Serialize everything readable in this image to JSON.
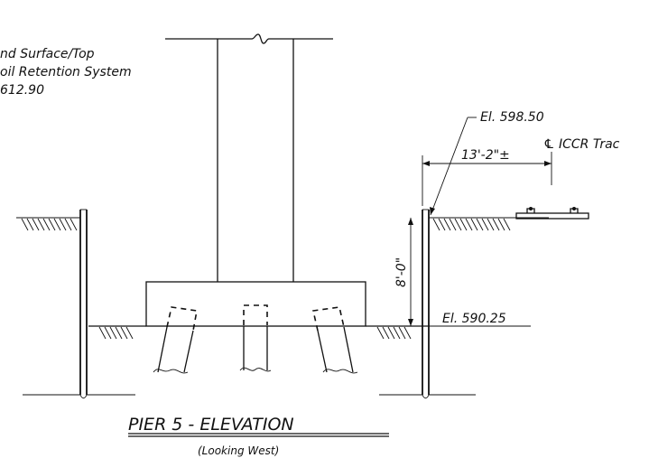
{
  "drawing": {
    "title": "PIER 5 - ELEVATION",
    "subtitle": "(Looking West)",
    "ground_note": {
      "line1": "nd Surface/Top",
      "line2": "oil Retention System",
      "line3": "612.90"
    },
    "labels": {
      "top_elevation": "El. 598.50",
      "track_offset": "13'-2\"±",
      "track_label": "℄ ICCR Trac",
      "wall_height": "8'-0\"",
      "footing_elevation": "El. 590.25"
    }
  }
}
